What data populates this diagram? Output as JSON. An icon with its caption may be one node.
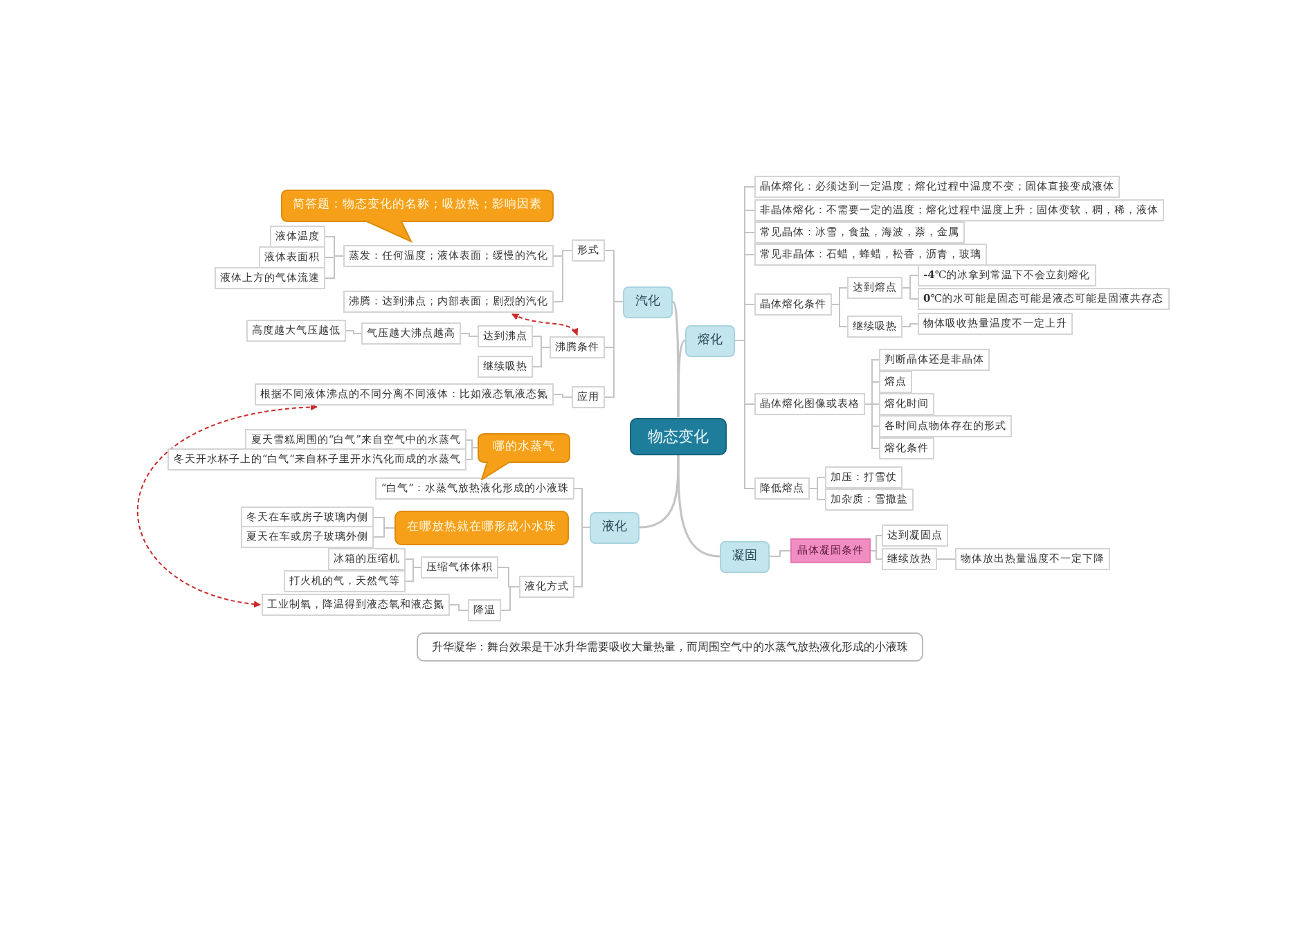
{
  "diagram": {
    "nodes": [
      {
        "text": [
          "物态变化"
        ]
      },
      {
        "text": [
          "汽化"
        ]
      },
      {
        "text": [
          "熔化"
        ]
      },
      {
        "text": [
          "液化"
        ]
      },
      {
        "text": [
          "凝固"
        ]
      },
      {
        "text": [
          "形式"
        ]
      },
      {
        "text": [
          "蒸发：任何温度；液体表面；缓慢的汽化"
        ]
      },
      {
        "text": [
          "液体温度"
        ]
      },
      {
        "text": [
          "液体表面积"
        ]
      },
      {
        "text": [
          "液体上方的气体流速"
        ]
      },
      {
        "text": [
          "沸腾：达到沸点；内部表面；剧烈的汽化"
        ]
      },
      {
        "text": [
          "沸腾条件"
        ]
      },
      {
        "text": [
          "达到沸点"
        ]
      },
      {
        "text": [
          "气压越大沸点越高"
        ]
      },
      {
        "text": [
          "高度越大气压越低"
        ]
      },
      {
        "text": [
          "继续吸热"
        ]
      },
      {
        "text": [
          "应用"
        ]
      },
      {
        "text": [
          "根据不同液体沸点的不同分离不同液体：比如液态氧液态氮"
        ]
      },
      {
        "text": [
          "简答题：物态变化的名称；吸放热；影响因素"
        ]
      },
      {
        "text": [
          "“白气”：水蒸气放热液化形成的小液珠"
        ]
      },
      {
        "text": [
          "哪的水蒸气"
        ]
      },
      {
        "text": [
          "夏天雪糕周围的“白气”来自空气中的水蒸气"
        ]
      },
      {
        "text": [
          "冬天开水杯子上的“白气”来自杯子里开水汽化而成的水蒸气"
        ]
      },
      {
        "text": [
          "在哪放热就在哪形成小水珠"
        ]
      },
      {
        "text": [
          "冬天在车或房子玻璃内侧"
        ]
      },
      {
        "text": [
          "夏天在车或房子玻璃外侧"
        ]
      },
      {
        "text": [
          "液化方式"
        ]
      },
      {
        "text": [
          "压缩气体体积"
        ]
      },
      {
        "text": [
          "冰箱的压缩机"
        ]
      },
      {
        "text": [
          "打火机的气，天然气等"
        ]
      },
      {
        "text": [
          "降温"
        ]
      },
      {
        "text": [
          "工业制氧，降温得到液态氧和液态氮"
        ]
      },
      {
        "text": [
          "晶体熔化：必须达到一定温度；熔化过程中温度不变；固体直接变成液体"
        ]
      },
      {
        "text": [
          "非晶体熔化：不需要一定的温度；熔化过程中温度上升；固体变软，稠，稀，液体"
        ]
      },
      {
        "text": [
          "常见晶体：冰雪，食盐，海波，萘，金属"
        ]
      },
      {
        "text": [
          "常见非晶体：石蜡，蜂蜡，松香，沥青，玻璃"
        ]
      },
      {
        "text": [
          "晶体熔化条件"
        ]
      },
      {
        "text": [
          "达到熔点"
        ]
      },
      {
        "text": [
          "**-4**℃的冰拿到常温下不会立刻熔化"
        ]
      },
      {
        "text": [
          "**0**℃的水可能是固态可能是液态可能是固液共存态"
        ]
      },
      {
        "text": [
          "继续吸热"
        ]
      },
      {
        "text": [
          "物体吸收热量温度不一定上升"
        ]
      },
      {
        "text": [
          "晶体熔化图像或表格"
        ]
      },
      {
        "text": [
          "判断晶体还是非晶体"
        ]
      },
      {
        "text": [
          "熔点"
        ]
      },
      {
        "text": [
          "熔化时间"
        ]
      },
      {
        "text": [
          "各时间点物体存在的形式"
        ]
      },
      {
        "text": [
          "熔化条件"
        ]
      },
      {
        "text": [
          "降低熔点"
        ]
      },
      {
        "text": [
          "加压：打雪仗"
        ]
      },
      {
        "text": [
          "加杂质：雪撒盐"
        ]
      },
      {
        "text": [
          "晶体凝固条件"
        ]
      },
      {
        "text": [
          "达到凝固点"
        ]
      },
      {
        "text": [
          "继续放热"
        ]
      },
      {
        "text": [
          "物体放出热量温度不一定下降"
        ]
      },
      {
        "text": [
          "升华凝华：舞台效果是干冰升华需要吸收大量热量，而周围空气中的水蒸气放热液化形成的小液珠"
        ]
      }
    ],
    "edges": [
      {
        "from": 0,
        "to": 1,
        "arrow": "none"
      },
      {
        "from": 0,
        "to": 2,
        "arrow": "none"
      },
      {
        "from": 0,
        "to": 3,
        "arrow": "none"
      },
      {
        "from": 0,
        "to": 4,
        "arrow": "none"
      },
      {
        "from": 1,
        "to": 5,
        "arrow": "none"
      },
      {
        "from": 1,
        "to": 11,
        "arrow": "none"
      },
      {
        "from": 1,
        "to": 16,
        "arrow": "none"
      },
      {
        "from": 5,
        "to": 6,
        "arrow": "none"
      },
      {
        "from": 5,
        "to": 10,
        "arrow": "none"
      },
      {
        "from": 6,
        "to": 7,
        "arrow": "none"
      },
      {
        "from": 6,
        "to": 8,
        "arrow": "none"
      },
      {
        "from": 6,
        "to": 9,
        "arrow": "none"
      },
      {
        "from": 11,
        "to": 12,
        "arrow": "none"
      },
      {
        "from": 11,
        "to": 15,
        "arrow": "none"
      },
      {
        "from": 12,
        "to": 13,
        "arrow": "none"
      },
      {
        "from": 13,
        "to": 14,
        "arrow": "none"
      },
      {
        "from": 16,
        "to": 17,
        "arrow": "none"
      },
      {
        "from": 3,
        "to": 19,
        "arrow": "none"
      },
      {
        "from": 3,
        "to": 26,
        "arrow": "none"
      },
      {
        "from": 20,
        "to": 21,
        "arrow": "none"
      },
      {
        "from": 20,
        "to": 22,
        "arrow": "none"
      },
      {
        "from": 23,
        "to": 24,
        "arrow": "none"
      },
      {
        "from": 23,
        "to": 25,
        "arrow": "none"
      },
      {
        "from": 26,
        "to": 27,
        "arrow": "none"
      },
      {
        "from": 26,
        "to": 30,
        "arrow": "none"
      },
      {
        "from": 27,
        "to": 28,
        "arrow": "none"
      },
      {
        "from": 27,
        "to": 29,
        "arrow": "none"
      },
      {
        "from": 30,
        "to": 31,
        "arrow": "none"
      },
      {
        "from": 2,
        "to": 32,
        "arrow": "none"
      },
      {
        "from": 2,
        "to": 33,
        "arrow": "none"
      },
      {
        "from": 2,
        "to": 34,
        "arrow": "none"
      },
      {
        "from": 2,
        "to": 35,
        "arrow": "none"
      },
      {
        "from": 2,
        "to": 36,
        "arrow": "none"
      },
      {
        "from": 2,
        "to": 42,
        "arrow": "none"
      },
      {
        "from": 2,
        "to": 48,
        "arrow": "none"
      },
      {
        "from": 36,
        "to": 37,
        "arrow": "none"
      },
      {
        "from": 36,
        "to": 40,
        "arrow": "none"
      },
      {
        "from": 37,
        "to": 38,
        "arrow": "none"
      },
      {
        "from": 37,
        "to": 39,
        "arrow": "none"
      },
      {
        "from": 40,
        "to": 41,
        "arrow": "none"
      },
      {
        "from": 42,
        "to": 43,
        "arrow": "none"
      },
      {
        "from": 42,
        "to": 44,
        "arrow": "none"
      },
      {
        "from": 42,
        "to": 45,
        "arrow": "none"
      },
      {
        "from": 42,
        "to": 46,
        "arrow": "none"
      },
      {
        "from": 42,
        "to": 47,
        "arrow": "none"
      },
      {
        "from": 48,
        "to": 49,
        "arrow": "none"
      },
      {
        "from": 48,
        "to": 50,
        "arrow": "none"
      },
      {
        "from": 4,
        "to": 51,
        "arrow": "none"
      },
      {
        "from": 51,
        "to": 52,
        "arrow": "none"
      },
      {
        "from": 51,
        "to": 53,
        "arrow": "none"
      },
      {
        "from": 53,
        "to": 54,
        "arrow": "none"
      },
      {
        "from": 10,
        "to": 11,
        "arrow": "both",
        "style": "dashed",
        "color": "#cc2a2a"
      },
      {
        "from": 17,
        "to": 31,
        "arrow": "both",
        "style": "dashed",
        "color": "#cc2a2a"
      }
    ]
  }
}
